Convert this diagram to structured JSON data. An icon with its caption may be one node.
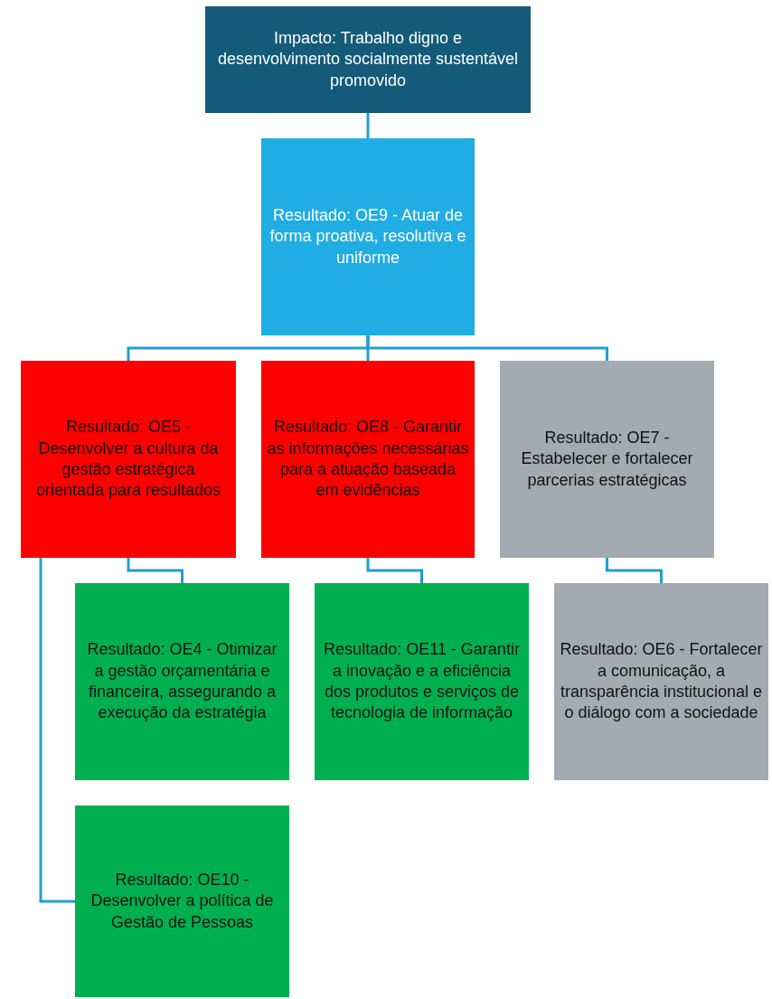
{
  "diagram": {
    "nodes": [
      {
        "text": [
          "Impacto: Trabalho digno e desenvolvimento socialmente sustentável promovido"
        ]
      },
      {
        "text": [
          "Resultado: OE9 - Atuar de forma proativa, resolutiva e uniforme"
        ]
      },
      {
        "text": [
          "Resultado: OE5 - Desenvolver a cultura da gestão estratégica orientada para resultados"
        ]
      },
      {
        "text": [
          "Resultado: OE8 - Garantir as informações necessárias para a atuação baseada em evidências"
        ]
      },
      {
        "text": [
          "Resultado: OE7 - Estabelecer e fortalecer parcerias estratégicas"
        ]
      },
      {
        "text": [
          "Resultado: OE4 - Otimizar a gestão orçamentária e financeira, assegurando a execução da estratégia"
        ]
      },
      {
        "text": [
          "Resultado: OE11 - Garantir a inovação e a eficiência dos produtos e serviços de tecnologia de informação"
        ]
      },
      {
        "text": [
          "Resultado: OE6 - Fortalecer a comunicação, a transparência institucional e o diálogo com a sociedade"
        ]
      },
      {
        "text": [
          "Resultado: OE10 - Desenvolver a política de Gestão de Pessoas"
        ]
      }
    ],
    "edges": [
      {
        "from": 0,
        "to": 1,
        "arrow": "none"
      },
      {
        "from": 1,
        "to": 2,
        "arrow": "none"
      },
      {
        "from": 1,
        "to": 3,
        "arrow": "none"
      },
      {
        "from": 1,
        "to": 4,
        "arrow": "none"
      },
      {
        "from": 2,
        "to": 5,
        "arrow": "none"
      },
      {
        "from": 2,
        "to": 8,
        "arrow": "none"
      },
      {
        "from": 3,
        "to": 6,
        "arrow": "none"
      },
      {
        "from": 4,
        "to": 7,
        "arrow": "none"
      }
    ]
  }
}
